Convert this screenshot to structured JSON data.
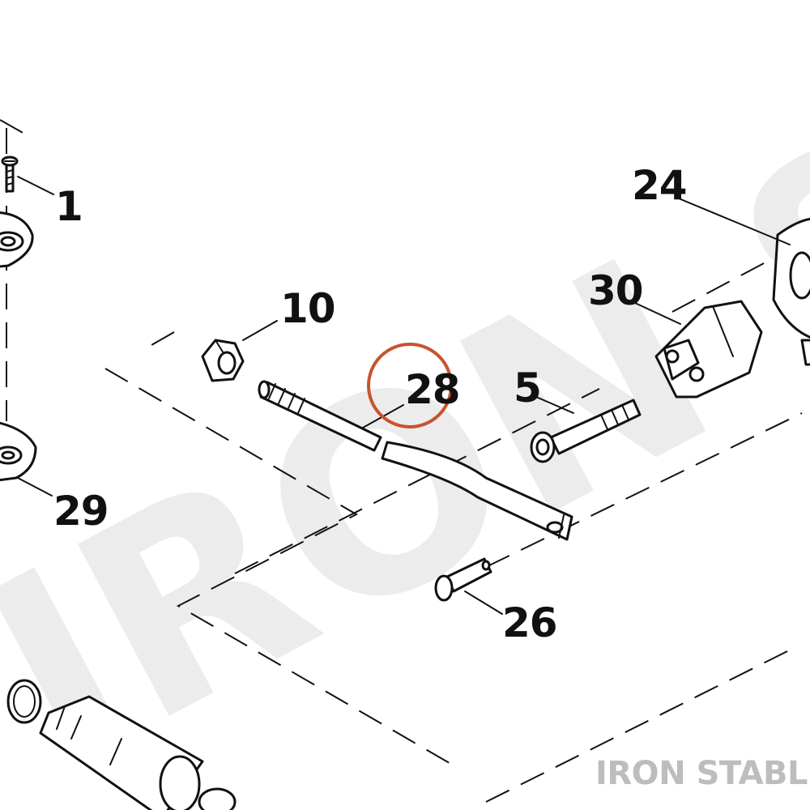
{
  "watermark": "IRON STABLE",
  "brand_label": "IRON STABLE",
  "callouts": {
    "c1": "1",
    "c10": "10",
    "c28": "28",
    "c5": "5",
    "c24": "24",
    "c30": "30",
    "c29": "29",
    "c26": "26"
  },
  "colors": {
    "highlight_circle": "#c8532f",
    "callout_text": "#111111",
    "brand_text": "#bdbdbd",
    "watermark": "#ececec"
  },
  "highlighted_callout": "28"
}
